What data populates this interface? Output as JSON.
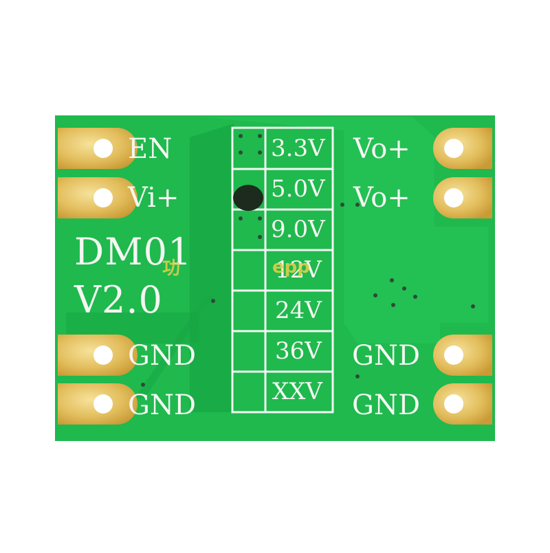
{
  "board": {
    "pcb_color": "#1fb94e",
    "trace_color": "#19a845",
    "pad_color": "#e7c66a",
    "silk_color": "#f4f6f1",
    "model": "DM01",
    "version": "V2.0"
  },
  "pins_left": [
    "EN",
    "Vi+",
    "GND",
    "GND"
  ],
  "pins_right": [
    "Vo+",
    "Vo+",
    "GND",
    "GND"
  ],
  "voltage_options": [
    "3.3V",
    "5.0V",
    "9.0V",
    "12V",
    "24V",
    "36V",
    "XXV"
  ],
  "watermark": {
    "left": "功",
    "right": "epp"
  }
}
